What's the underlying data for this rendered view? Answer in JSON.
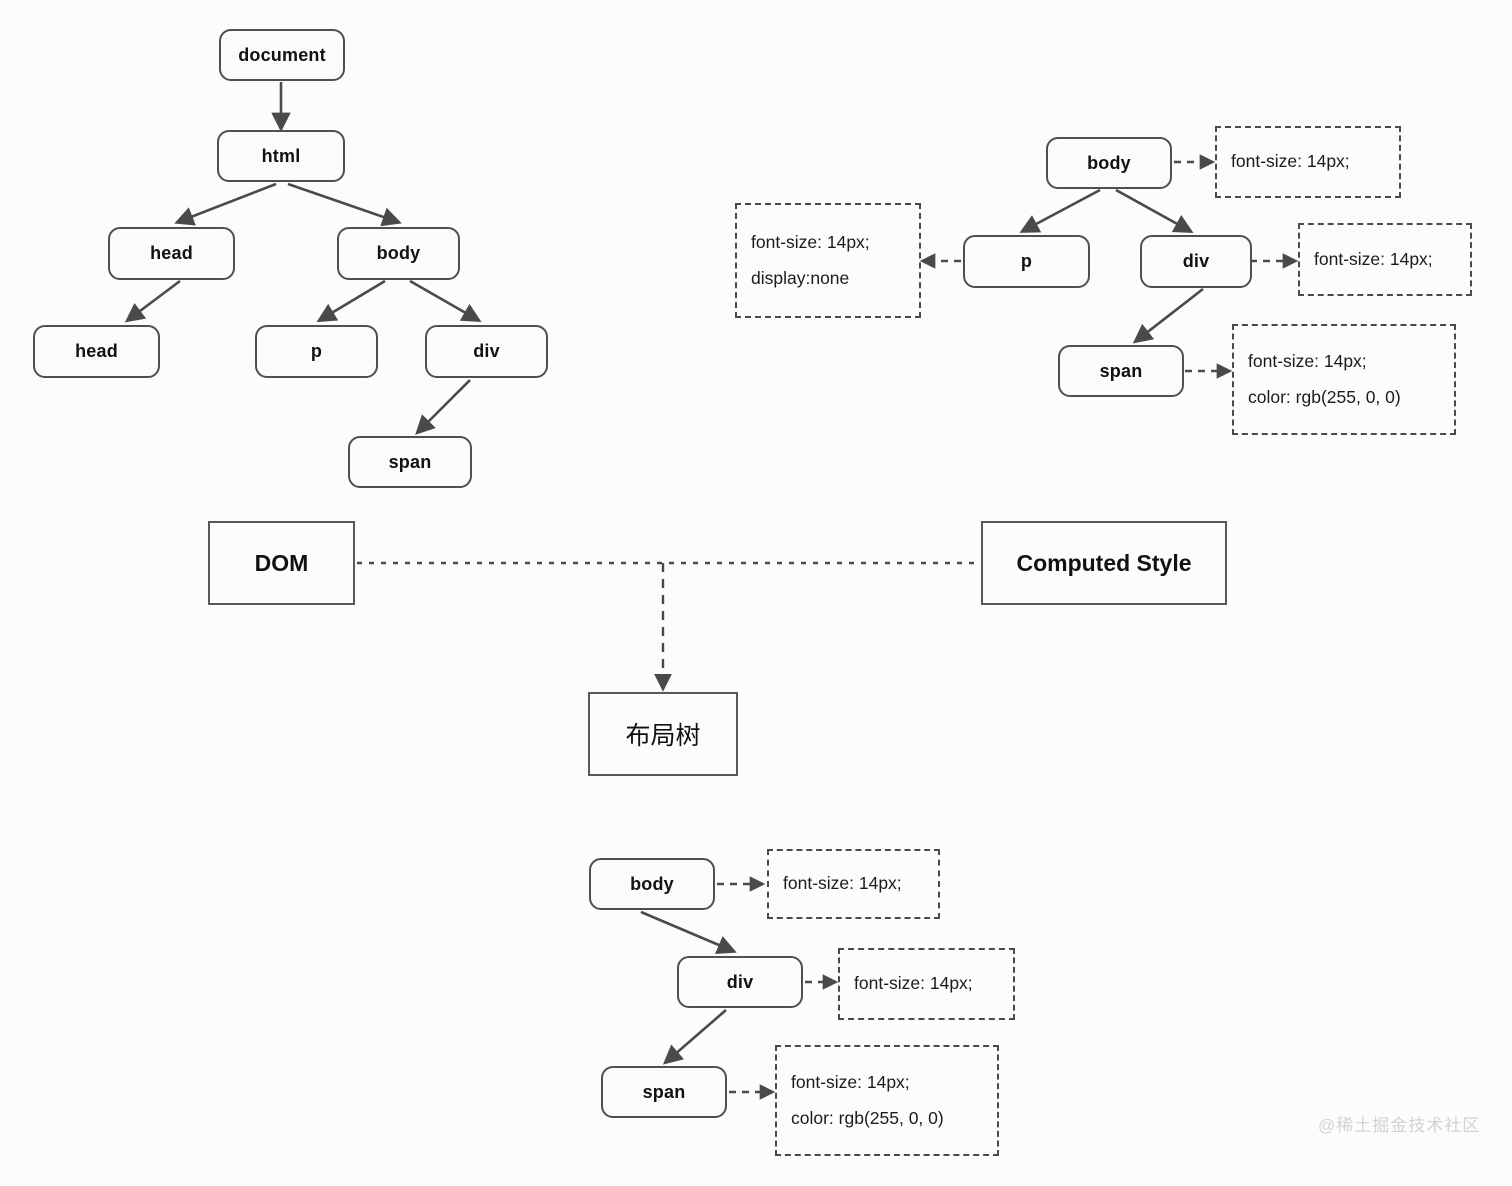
{
  "diagram": {
    "title_hidden": "",
    "colors": {
      "background": "#fcfcfc",
      "node_border": "#4f4f4f",
      "box_border": "#585858",
      "dashed_border": "#4a4a4a",
      "text": "#121212",
      "watermark": "#d2d2d2"
    },
    "watermark": "@稀土掘金技术社区"
  },
  "dom_tree": {
    "section_label": "DOM",
    "nodes": [
      {
        "id": "document",
        "label": "document"
      },
      {
        "id": "html",
        "label": "html"
      },
      {
        "id": "head",
        "label": "head"
      },
      {
        "id": "body",
        "label": "body"
      },
      {
        "id": "head2",
        "label": "head"
      },
      {
        "id": "p",
        "label": "p"
      },
      {
        "id": "div",
        "label": "div"
      },
      {
        "id": "span",
        "label": "span"
      }
    ]
  },
  "computed_style_tree": {
    "section_label": "Computed Style",
    "nodes": [
      {
        "id": "cs-body",
        "label": "body"
      },
      {
        "id": "cs-p",
        "label": "p"
      },
      {
        "id": "cs-div",
        "label": "div"
      },
      {
        "id": "cs-span",
        "label": "span"
      }
    ],
    "annotations": {
      "body": {
        "lines": [
          "font-size: 14px;"
        ]
      },
      "p": {
        "lines": [
          "font-size: 14px;",
          "display:none"
        ]
      },
      "div": {
        "lines": [
          "font-size: 14px;"
        ]
      },
      "span": {
        "lines": [
          "font-size: 14px;",
          "color: rgb(255, 0, 0)"
        ]
      }
    }
  },
  "layout_tree": {
    "section_label": "布局树",
    "nodes": [
      {
        "id": "lt-body",
        "label": "body"
      },
      {
        "id": "lt-div",
        "label": "div"
      },
      {
        "id": "lt-span",
        "label": "span"
      }
    ],
    "annotations": {
      "body": {
        "lines": [
          "font-size: 14px;"
        ]
      },
      "div": {
        "lines": [
          "font-size: 14px;"
        ]
      },
      "span": {
        "lines": [
          "font-size: 14px;",
          "color: rgb(255, 0, 0)"
        ]
      }
    }
  }
}
